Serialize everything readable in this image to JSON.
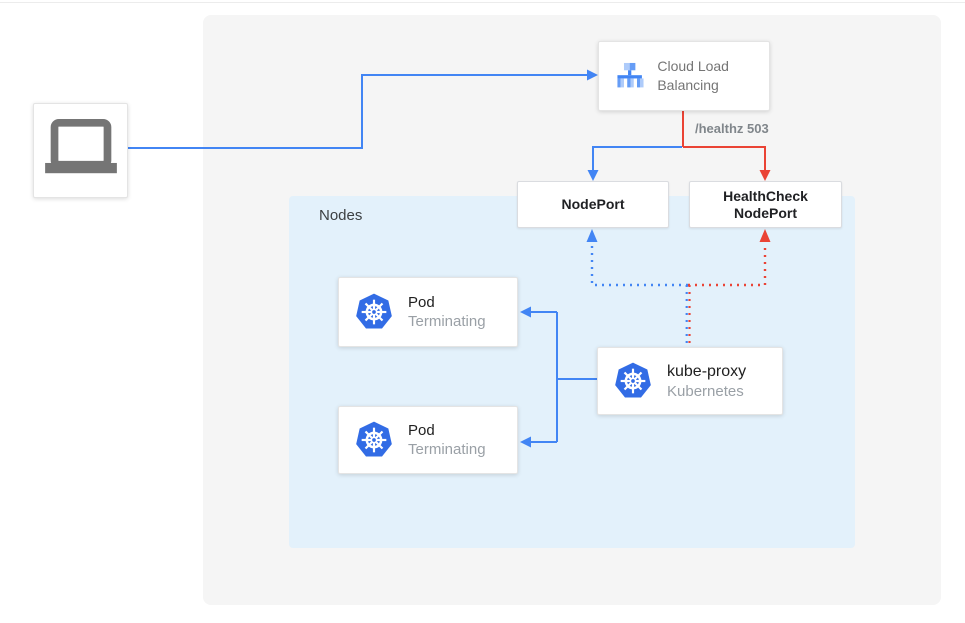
{
  "diagram": {
    "client": {
      "icon": "laptop-icon"
    },
    "cloud_load_balancing": {
      "label": "Cloud Load Balancing",
      "icon": "load-balancer-icon"
    },
    "health_check_path_label": "/healthz 503",
    "nodes_region": {
      "label": "Nodes"
    },
    "nodeport": {
      "label": "NodePort"
    },
    "healthcheck_nodeport": {
      "label_line1": "HealthCheck",
      "label_line2": "NodePort"
    },
    "pods": [
      {
        "title": "Pod",
        "subtitle": "Terminating",
        "icon": "kubernetes-icon"
      },
      {
        "title": "Pod",
        "subtitle": "Terminating",
        "icon": "kubernetes-icon"
      }
    ],
    "kube_proxy": {
      "title": "kube-proxy",
      "subtitle": "Kubernetes",
      "icon": "kubernetes-icon"
    }
  },
  "colors": {
    "traffic_blue": "#4285f4",
    "health_red": "#ea4335",
    "kubernetes_blue": "#326ce5",
    "icon_gray": "#757575",
    "nodes_bg": "#e3f1fb",
    "panel_bg": "#f5f5f5"
  }
}
